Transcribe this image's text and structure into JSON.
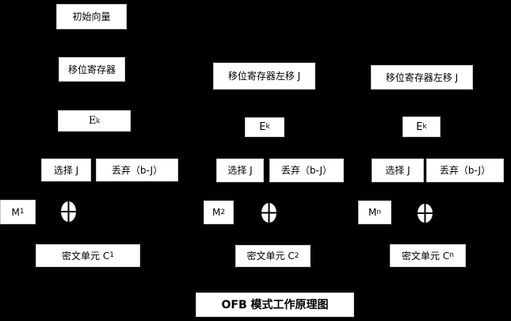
{
  "diagram": {
    "title": "OFB 模式工作原理图",
    "colors": {
      "background": "#000000",
      "box_fill": "#ffffff",
      "box_text": "#000000"
    },
    "columns": [
      {
        "iv": "初始向量",
        "shift": "移位寄存器",
        "cipher": {
          "base": "E",
          "sub": "k"
        },
        "select": "选择 J",
        "discard": "丢弃（b-J）",
        "message": {
          "base": "M",
          "sub": "1"
        },
        "ciphertext": {
          "base": "密文单元 C",
          "sub": "1"
        }
      },
      {
        "shift": "移位寄存器左移 J",
        "cipher": {
          "base": "E",
          "sub": "k"
        },
        "select": "选择 J",
        "discard": "丢弃（b-J）",
        "message": {
          "base": "M",
          "sub": "2"
        },
        "ciphertext": {
          "base": "密文单元 C",
          "sub": "2"
        }
      },
      {
        "shift": "移位寄存器左移 J",
        "cipher": {
          "base": "E",
          "sub": "k"
        },
        "select": "选择 J",
        "discard": "丢弃（b-J）",
        "message": {
          "base": "M",
          "sub": "n"
        },
        "ciphertext": {
          "base": "密文单元 C",
          "sub": "n"
        }
      }
    ]
  }
}
